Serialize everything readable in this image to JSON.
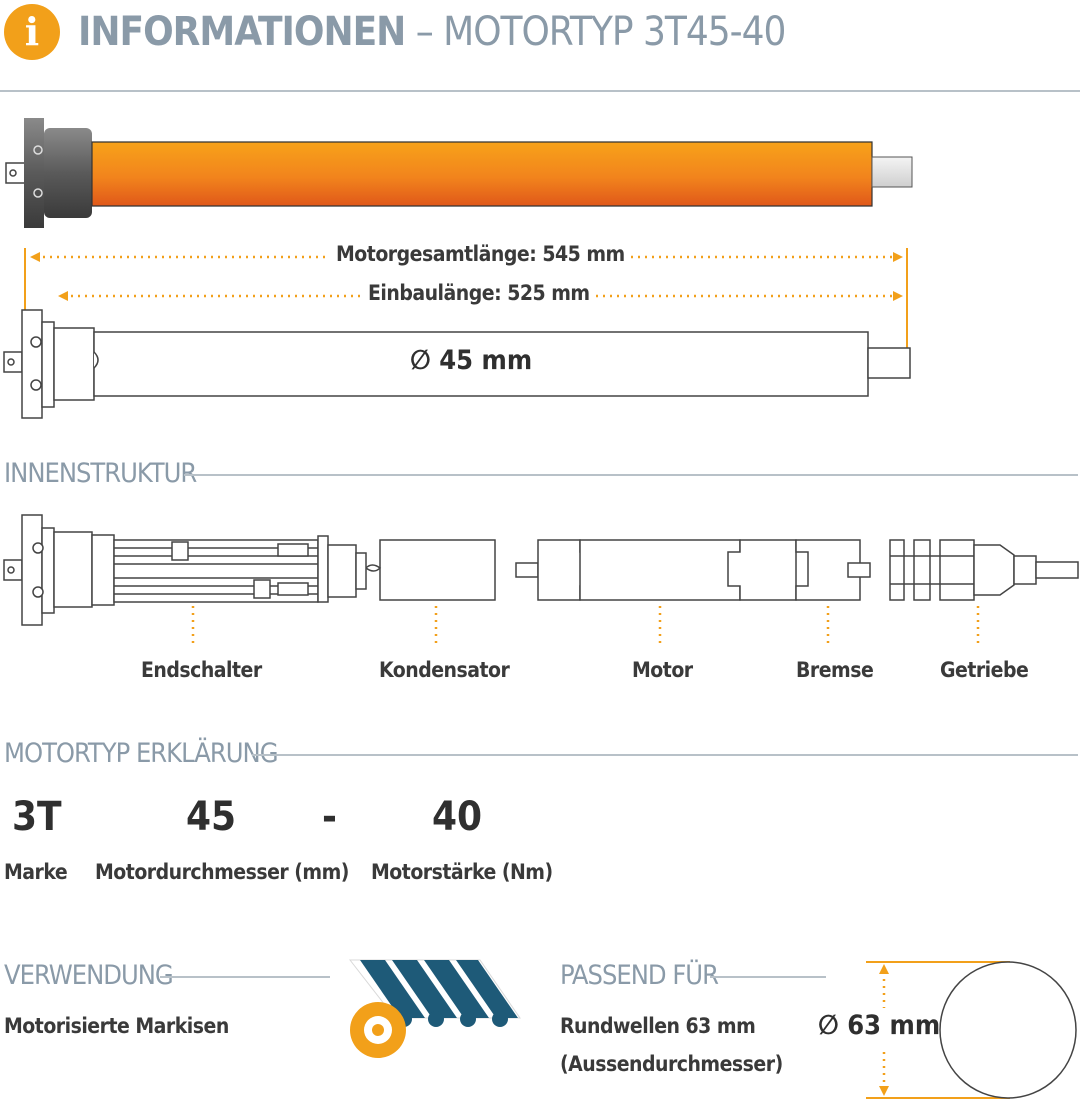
{
  "header": {
    "icon_glyph": "i",
    "title_bold": "INFORMATIONEN",
    "title_rest": " – MOTORTYP 3T45-40"
  },
  "dimensions": {
    "total_length": "Motorgesamtlänge: 545 mm",
    "install_length": "Einbaulänge: 525 mm",
    "diameter": "∅ 45 mm"
  },
  "innenstruktur": {
    "title": "INNENSTRUKTUR",
    "parts": [
      "Endschalter",
      "Kondensator",
      "Motor",
      "Bremse",
      "Getriebe"
    ]
  },
  "motortyp": {
    "title": "MOTORTYP ERKLÄRUNG",
    "codes": [
      "3T",
      "45",
      "-",
      "40"
    ],
    "labels": [
      "Marke",
      "Motordurchmesser (mm)",
      "Motorstärke (Nm)"
    ]
  },
  "verwendung": {
    "title": "VERWENDUNG",
    "text": "Motorisierte Markisen"
  },
  "passend": {
    "title": "PASSEND FÜR",
    "line1": "Rundwellen 63 mm",
    "line2": "(Aussendurchmesser)",
    "diameter": "∅ 63 mm"
  },
  "colors": {
    "accent": "#f2a01a",
    "tube_orange": "#f07a1a",
    "heading": "#8a9aa8",
    "stripe_blue": "#1e5a78"
  }
}
